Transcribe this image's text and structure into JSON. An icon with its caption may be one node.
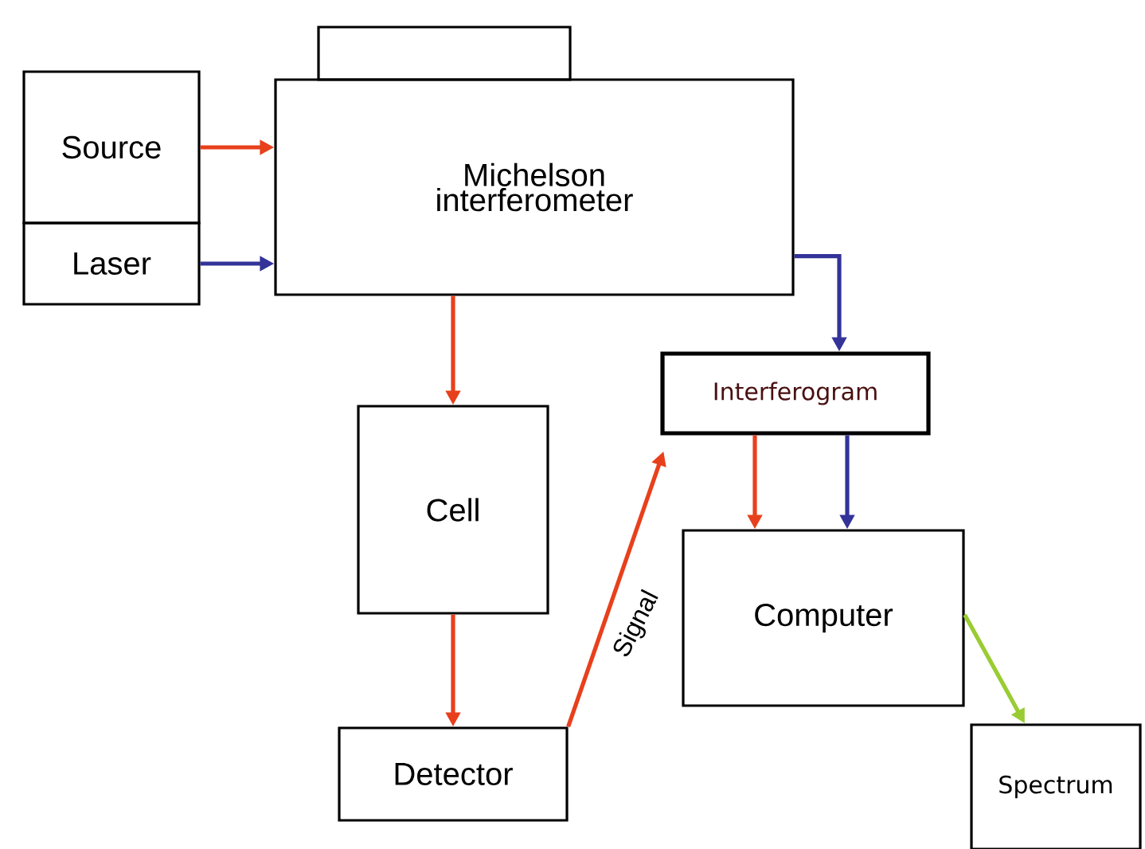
{
  "diagram": {
    "nodes": [
      {
        "text": [
          "Source"
        ]
      },
      {
        "text": [
          "Laser"
        ]
      },
      {
        "text": [
          "Michelson interferometer"
        ]
      },
      {
        "text": [],
        "shape": "box"
      },
      {
        "text": [
          "Interferogram"
        ]
      },
      {
        "text": [
          "Cell"
        ]
      },
      {
        "text": [
          "Computer"
        ]
      },
      {
        "text": [
          "Detector"
        ]
      },
      {
        "text": [
          "Spectrum"
        ]
      }
    ],
    "edges": [
      {
        "from": 0,
        "to": 2,
        "arrow": "to"
      },
      {
        "from": 1,
        "to": 2,
        "arrow": "to",
        "color": "#333399"
      },
      {
        "from": 2,
        "to": 4,
        "arrow": "to",
        "color": "#333399"
      },
      {
        "from": 2,
        "to": 5,
        "arrow": "to"
      },
      {
        "from": 5,
        "to": 7,
        "arrow": "to"
      },
      {
        "from": 7,
        "to": 4,
        "arrow": "to",
        "label": "Signal"
      },
      {
        "from": 4,
        "to": 6,
        "arrow": "to"
      },
      {
        "from": 4,
        "to": 6,
        "arrow": "to",
        "color": "#333399"
      },
      {
        "from": 6,
        "to": 8,
        "arrow": "to",
        "color": "#99cc33"
      }
    ]
  }
}
